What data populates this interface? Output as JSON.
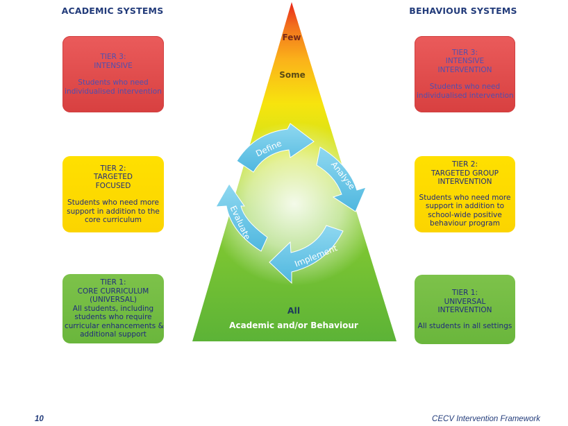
{
  "headings": {
    "academic": "ACADEMIC SYSTEMS",
    "behaviour": "BEHAVIOUR SYSTEMS"
  },
  "academic": {
    "tier3": {
      "lines": [
        "TIER 3:",
        "INTENSIVE"
      ],
      "desc": [
        "Students who need",
        "individualised intervention"
      ]
    },
    "tier2": {
      "lines": [
        "TIER 2:",
        "TARGETED",
        "FOCUSED"
      ],
      "desc": [
        "Students who need more",
        "support in addition to the",
        "core curriculum"
      ]
    },
    "tier1": {
      "lines": [
        "TIER 1:",
        "CORE CURRICULUM",
        "(UNIVERSAL)",
        "All students, including",
        "students who require",
        "curricular enhancements &",
        "additional support"
      ]
    }
  },
  "behaviour": {
    "tier3": {
      "lines": [
        "TIER 3:",
        "INTENSIVE",
        "INTERVENTION"
      ],
      "desc": [
        "Students who need",
        "individualised intervention"
      ]
    },
    "tier2": {
      "lines": [
        "TIER 2:",
        "TARGETED GROUP",
        "INTERVENTION"
      ],
      "desc": [
        "Students who need more",
        "support in addition to",
        "school-wide positive",
        "behaviour program"
      ]
    },
    "tier1": {
      "lines": [
        "TIER 1:",
        "UNIVERSAL",
        "INTERVENTION"
      ],
      "desc": [
        "All students in all settings"
      ]
    }
  },
  "pyramid": {
    "few": "Few",
    "some": "Some",
    "all": "All",
    "bottom": "Academic and/or Behaviour",
    "cycle": [
      "Define",
      "Analyse",
      "Implement",
      "Evaluate"
    ]
  },
  "colors": {
    "red": "#e04a4a",
    "yellow": "#ffdd00",
    "green": "#6ab63c",
    "arrow": "#6cc6e6"
  },
  "footer": {
    "page": "10",
    "title": "CECV Intervention Framework"
  }
}
